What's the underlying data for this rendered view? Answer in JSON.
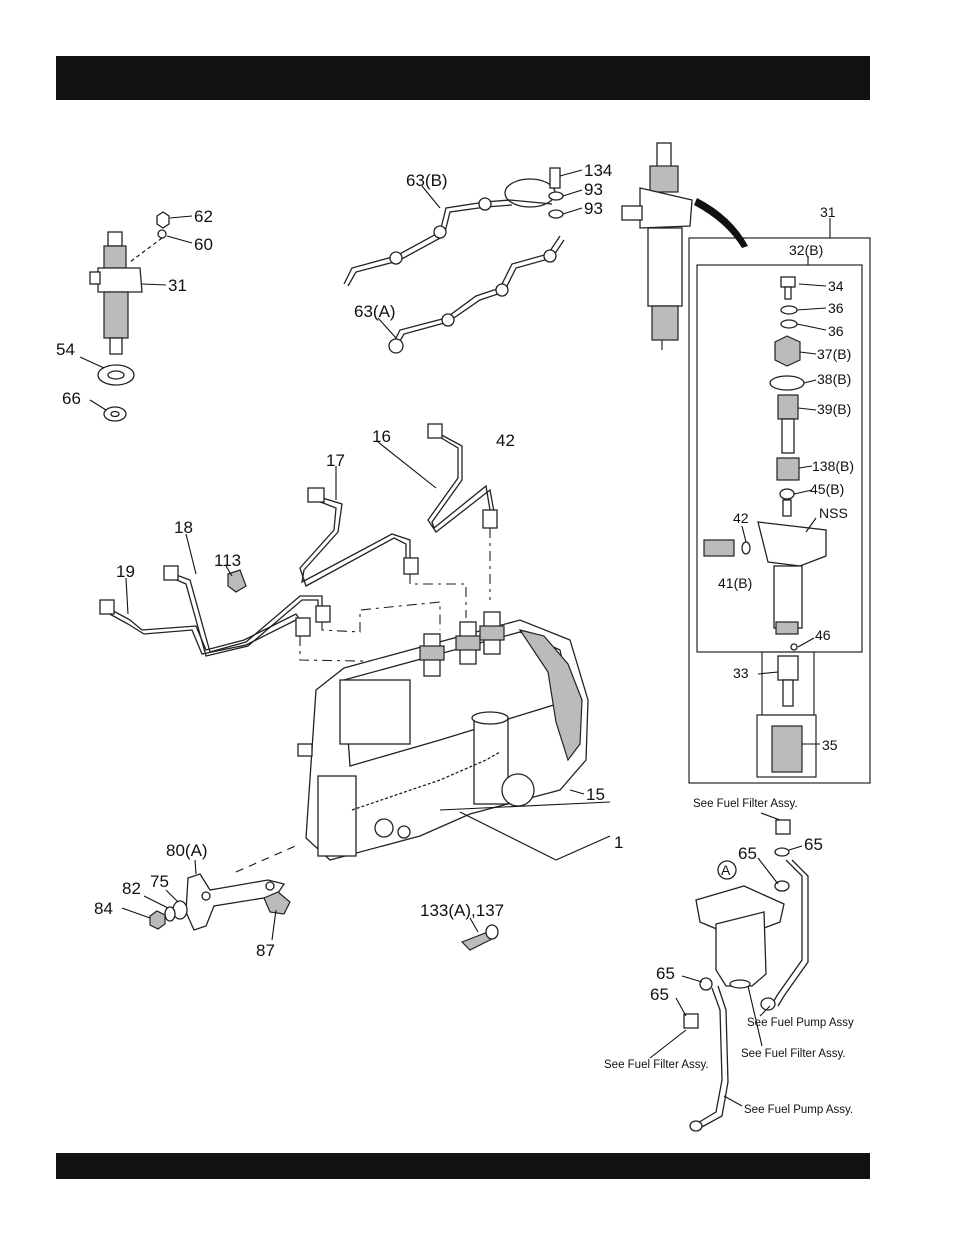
{
  "labels": {
    "l62": "62",
    "l60": "60",
    "l31a": "31",
    "l54": "54",
    "l66": "66",
    "l63b": "63(B)",
    "l63a": "63(A)",
    "l134": "134",
    "l93a": "93",
    "l93b": "93",
    "l16": "16",
    "l42a": "42",
    "l17": "17",
    "l18": "18",
    "l113": "113",
    "l19": "19",
    "l15": "15",
    "l1": "1",
    "l80a": "80(A)",
    "l82": "82",
    "l75": "75",
    "l84": "84",
    "l87": "87",
    "l133": "133(A),137",
    "l31b": "31",
    "l32b": "32(B)",
    "l34": "34",
    "l36a": "36",
    "l36b": "36",
    "l37b": "37(B)",
    "l38b": "38(B)",
    "l39b": "39(B)",
    "l138b": "138(B)",
    "l45b": "45(B)",
    "lnss": "NSS",
    "l42b": "42",
    "l41b": "41(B)",
    "l46": "46",
    "l33": "33",
    "l35": "35",
    "l65a": "65",
    "l65b": "65",
    "l65c": "65",
    "l65d": "65",
    "lA": "A"
  },
  "notes": {
    "see_filter_1": "See Fuel Filter Assy.",
    "see_filter_2": "See Fuel Filter Assy.",
    "see_filter_3": "See Fuel Filter Assy.",
    "see_pump_1": "See Fuel Pump Assy",
    "see_pump_2": "See Fuel Pump Assy."
  }
}
